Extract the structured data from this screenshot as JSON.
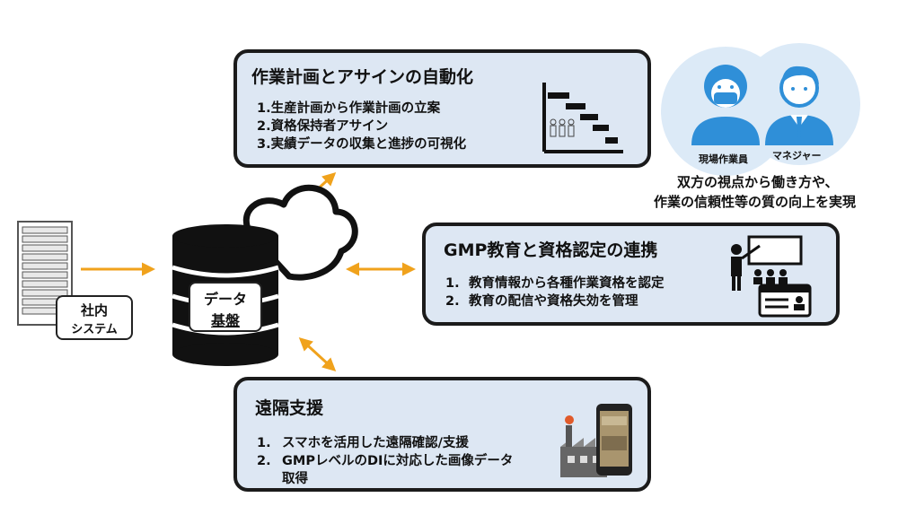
{
  "automation": {
    "title": "作業計画とアサインの自動化",
    "items": [
      {
        "num": "1.",
        "text": "生産計画から作業計画の立案"
      },
      {
        "num": "2.",
        "text": "資格保持者アサイン"
      },
      {
        "num": "3.",
        "text": "実績データの収集と進捗の可視化"
      }
    ]
  },
  "gmp": {
    "title": "GMP教育と資格認定の連携",
    "items": [
      {
        "num": "1.",
        "text": "教育情報から各種作業資格を認定"
      },
      {
        "num": "2.",
        "text": "教育の配信や資格失効を管理"
      }
    ]
  },
  "remote": {
    "title": "遠隔支援",
    "items": [
      {
        "num": "1.",
        "text": "スマホを活用した遠隔確認/支援"
      },
      {
        "num": "2.",
        "text": "GMPレベルのDIに対応した画像データ"
      },
      {
        "num": "",
        "text": "取得"
      }
    ]
  },
  "internal_system": {
    "line1": "社内",
    "line2": "システム"
  },
  "data_platform": {
    "line1": "データ",
    "line2": "基盤"
  },
  "personas": {
    "worker": "現場作業員",
    "manager": "マネジャー",
    "caption_line1": "双方の視点から働き方や、",
    "caption_line2": "作業の信頼性等の質の向上を実現"
  },
  "colors": {
    "arrow": "#f0a21c",
    "box_fill": "#dde7f3",
    "persona_bg": "#dceaf7",
    "persona_blue": "#2f8fd8"
  },
  "icons": [
    "server-rack-icon",
    "database-icon",
    "cloud-icon",
    "gantt-chart-icon",
    "teacher-icon",
    "id-card-icon",
    "factory-icon",
    "smartphone-icon",
    "worker-icon",
    "manager-icon"
  ]
}
